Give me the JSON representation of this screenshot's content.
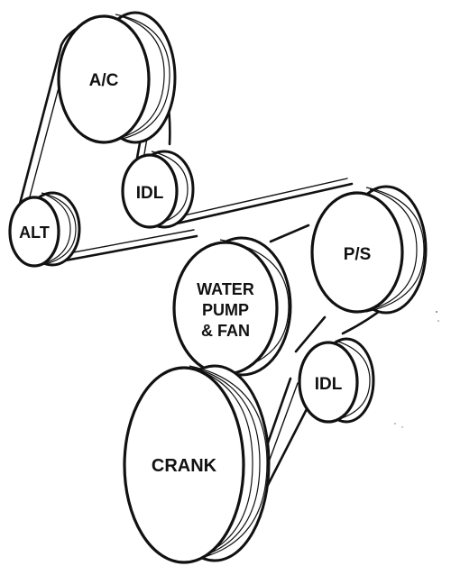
{
  "diagram": {
    "pulleys": {
      "ac": "A/C",
      "idl_top": "IDL",
      "alt": "ALT",
      "ps": "P/S",
      "water_pump": [
        "WATER",
        "PUMP",
        "& FAN"
      ],
      "idl_bottom": "IDL",
      "crank": "CRANK"
    }
  }
}
